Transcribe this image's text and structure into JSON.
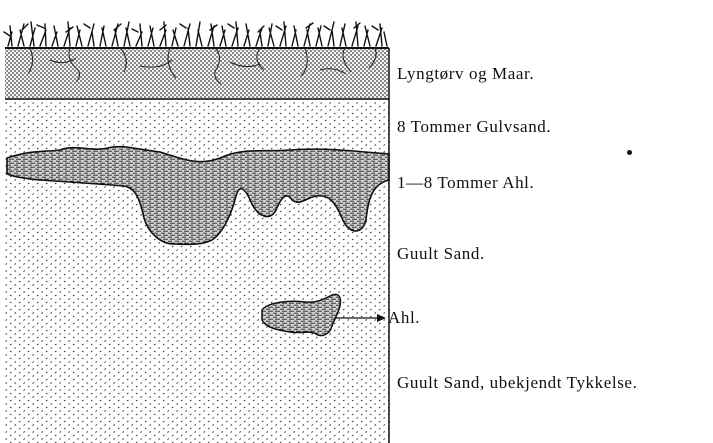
{
  "layers": [
    {
      "id": "heath-turf",
      "label": "Lyngtørv og Maar."
    },
    {
      "id": "yellow-sand-top",
      "label": "8 Tommer Gulvsand."
    },
    {
      "id": "ahl-band",
      "label": "1—8 Tommer Ahl."
    },
    {
      "id": "yellow-sand",
      "label": "Guult Sand."
    },
    {
      "id": "ahl-lens",
      "label": "Ahl."
    },
    {
      "id": "yellow-sand-base",
      "label": "Guult Sand, ubekjendt Tykkelse."
    }
  ],
  "colors": {
    "ink": "#1a1a1a",
    "paper": "#ffffff",
    "turf_fill": "#d8d8d8"
  }
}
